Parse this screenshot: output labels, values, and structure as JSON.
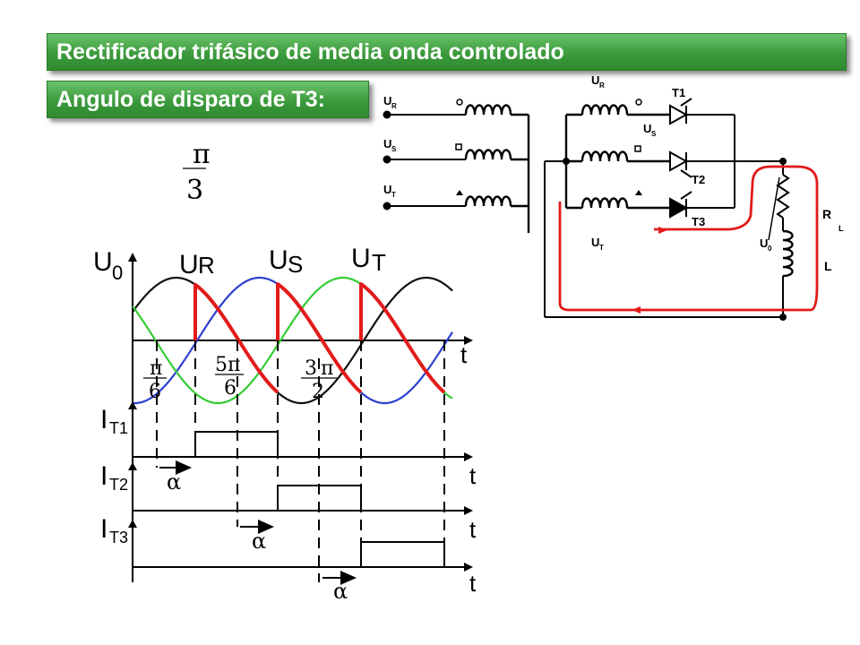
{
  "header": {
    "title": "Rectificador trifásico de media onda controlado",
    "subtitle": "Angulo de disparo de T3:"
  },
  "angle": {
    "numerator": "π",
    "denominator": "3"
  },
  "circuit": {
    "primary_labels": [
      "U",
      "U",
      "U"
    ],
    "primary_subs": [
      "R",
      "S",
      "T"
    ],
    "secondary_top": {
      "main": "U",
      "sub": "R"
    },
    "secondary_mid": {
      "main": "U",
      "sub": "S"
    },
    "secondary_bot": {
      "main": "U",
      "sub": "T"
    },
    "thyristors": [
      "T1",
      "T2",
      "T3"
    ],
    "output": {
      "main": "U",
      "sub": "0"
    },
    "load_r": {
      "main": "R",
      "sub": "L"
    },
    "load_l": "L"
  },
  "waveform": {
    "y_label": {
      "main": "U",
      "sub": "0"
    },
    "phase_labels": [
      {
        "main": "U",
        "sub": "R"
      },
      {
        "main": "U",
        "sub": "S"
      },
      {
        "main": "U",
        "sub": "T"
      }
    ],
    "t_label": "t",
    "angle_marks": [
      {
        "num": "π",
        "den": "6",
        "pre": ""
      },
      {
        "num": "π",
        "den": "6",
        "pre": "5"
      },
      {
        "num": "π",
        "den": "2",
        "pre": "3"
      }
    ],
    "currents": [
      {
        "main": "I",
        "sub": "T1"
      },
      {
        "main": "I",
        "sub": "T2"
      },
      {
        "main": "I",
        "sub": "T3"
      }
    ],
    "alpha": "α",
    "colors": {
      "phase_r": "#111111",
      "phase_s": "#2a3fd0",
      "phase_t": "#33cc33",
      "output": "#e21a1a"
    }
  }
}
